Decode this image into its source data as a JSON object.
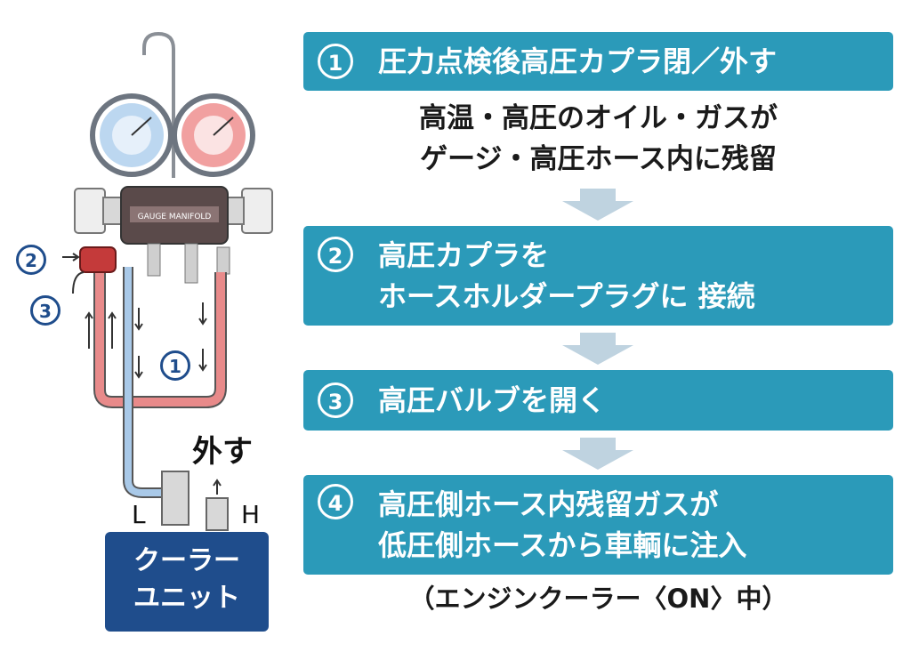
{
  "steps": [
    {
      "num": "1",
      "text": "圧力点検後高圧カプラ閉／外す"
    },
    {
      "num": "2",
      "text": "高圧カプラを\nホースホルダープラグに 接続"
    },
    {
      "num": "3",
      "text": "高圧バルブを開く"
    },
    {
      "num": "4",
      "text": "高圧側ホース内残留ガスが\n低圧側ホースから車輌に注入"
    }
  ],
  "step1_note": "高温・高圧のオイル・ガスが\nゲージ・高圧ホース内に残留",
  "footer_note": "（エンジンクーラー〈ON〉中）",
  "diagram": {
    "unit_label": "クーラー\nユニット",
    "remove_label": "外す",
    "low_label": "L",
    "high_label": "H",
    "markers": [
      "1",
      "2",
      "3"
    ],
    "manifold_text": "GAUGE MANIFOLD"
  },
  "colors": {
    "step_bg": "#2b9ab9",
    "unit_bg": "#1f4d8c",
    "low_side": "#a9c9e8",
    "high_side": "#e88a8a",
    "arrow": "#bfd3e0"
  }
}
